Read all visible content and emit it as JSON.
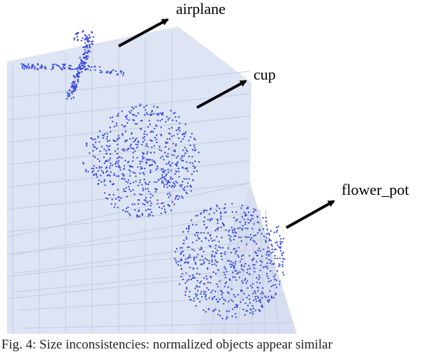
{
  "figure": {
    "labels": {
      "airplane": "airplane",
      "cup": "cup",
      "flower_pot": "flower_pot"
    },
    "caption": "Fig. 4: Size inconsistencies: normalized objects appear similar",
    "colors": {
      "panel_fill": "#dde4f3",
      "grid_line": "#c6cee4",
      "point": "#3b4fe0",
      "arrow": "#000000"
    },
    "point_clouds": [
      "airplane",
      "cup",
      "flower_pot"
    ]
  }
}
